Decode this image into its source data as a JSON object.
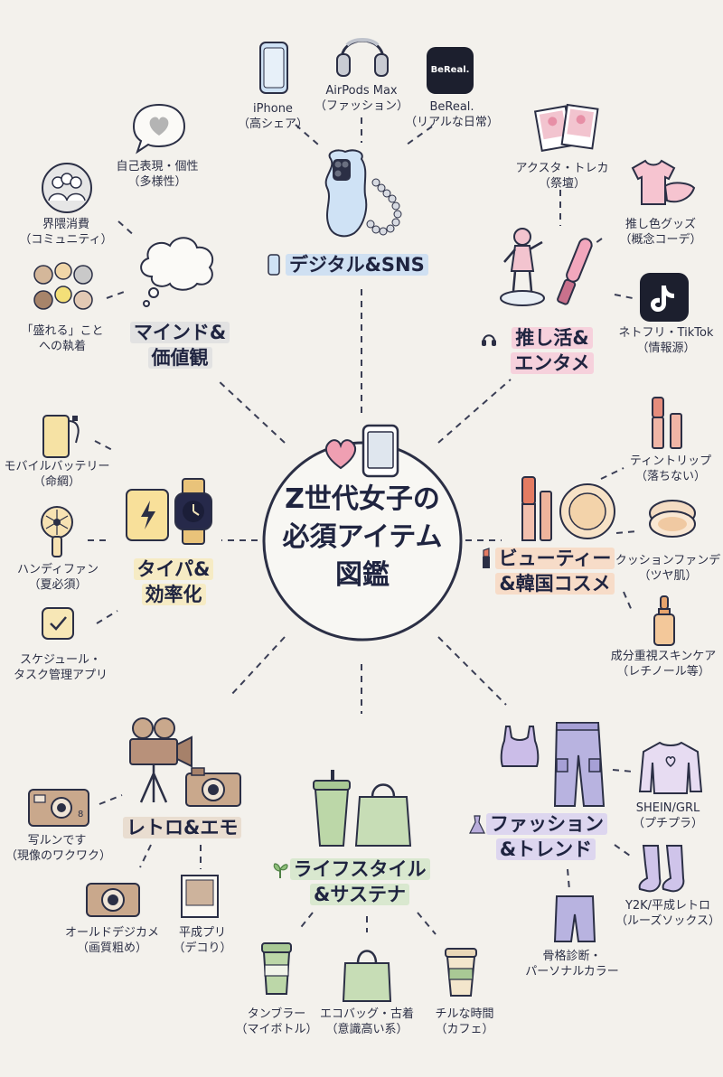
{
  "title": {
    "line1": "Z世代女子の",
    "line2": "必須アイテム",
    "line3": "図鑑"
  },
  "categories": {
    "digital": {
      "label": "デジタル&SNS",
      "highlight": "#cfe0f2"
    },
    "oshi": {
      "label1": "推し活&",
      "label2": "エンタメ",
      "highlight": "#f6d1dc"
    },
    "beauty": {
      "label1": "ビューティー",
      "label2": "&韓国コスメ",
      "highlight": "#f7dcc8"
    },
    "fashion": {
      "label1": "ファッション",
      "label2": "&トレンド",
      "highlight": "#ddd6ef"
    },
    "lifestyle": {
      "label1": "ライフスタイル",
      "label2": "&サステナ",
      "highlight": "#d9e8cf"
    },
    "retro": {
      "label": "レトロ&エモ",
      "highlight": "#e9ddd0"
    },
    "taipa": {
      "label1": "タイパ&",
      "label2": "効率化",
      "highlight": "#f6ebc4"
    },
    "mind": {
      "label1": "マインド&",
      "label2": "価値観",
      "highlight": "#e2e2e2"
    }
  },
  "items": {
    "iphone": {
      "l1": "iPhone",
      "l2": "（高シェア）"
    },
    "airpods": {
      "l1": "AirPods Max",
      "l2": "（ファッション）"
    },
    "bereal": {
      "l1": "BeReal.",
      "l2": "（リアルな日常）",
      "logo": "BeReal."
    },
    "acsta": {
      "l1": "アクスタ・トレカ",
      "l2": "（祭壇）"
    },
    "oshicolor": {
      "l1": "推し色グッズ",
      "l2": "（概念コーデ）"
    },
    "tiktok": {
      "l1": "ネトフリ・TikTok",
      "l2": "（情報源）"
    },
    "tint": {
      "l1": "ティントリップ",
      "l2": "（落ちない）"
    },
    "cushion": {
      "l1": "クッションファンデ",
      "l2": "（ツヤ肌）"
    },
    "skincare": {
      "l1": "成分重視スキンケア",
      "l2": "（レチノール等）"
    },
    "shein": {
      "l1": "SHEIN/GRL",
      "l2": "（プチプラ）"
    },
    "y2k": {
      "l1": "Y2K/平成レトロ",
      "l2": "（ルーズソックス）"
    },
    "color": {
      "l1": "骨格診断・",
      "l2": "パーソナルカラー"
    },
    "tumbler": {
      "l1": "タンブラー",
      "l2": "（マイボトル）"
    },
    "ecobag": {
      "l1": "エコバッグ・古着",
      "l2": "（意識高い系）"
    },
    "chill": {
      "l1": "チルな時間",
      "l2": "（カフェ）"
    },
    "utsurun": {
      "l1": "写ルンです",
      "l2": "（現像のワクワク）",
      "mark": "8"
    },
    "oldcam": {
      "l1": "オールドデジカメ",
      "l2": "（画質粗め）"
    },
    "purikura": {
      "l1": "平成プリ",
      "l2": "（デコり）"
    },
    "battery": {
      "l1": "モバイルバッテリー",
      "l2": "（命綱）"
    },
    "fan": {
      "l1": "ハンディファン",
      "l2": "（夏必須）"
    },
    "schedule": {
      "l1": "スケジュール・",
      "l2": "タスク管理アプリ"
    },
    "selfexp": {
      "l1": "自己表現・個性",
      "l2": "（多様性）"
    },
    "community": {
      "l1": "界隈消費",
      "l2": "（コミュニティ）"
    },
    "moreru": {
      "l1": "「盛れる」こと",
      "l2": "への執着"
    }
  },
  "colors": {
    "background": "#f3f1ec",
    "ink": "#2b2f45",
    "pink": "#e9a3b8",
    "blue": "#bcd6ec",
    "green": "#a9c995",
    "purple": "#b9addb",
    "peach": "#e9b48f",
    "brown": "#a6816a"
  }
}
